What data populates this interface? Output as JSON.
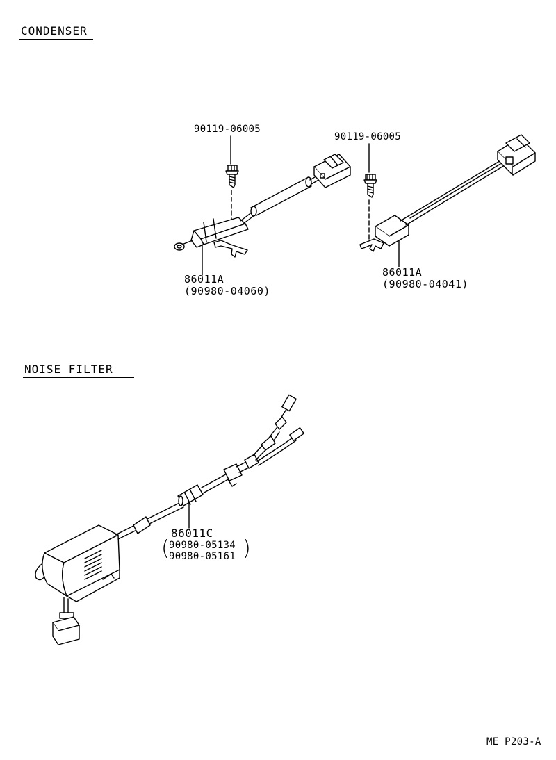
{
  "sections": {
    "condenser": {
      "title": "CONDENSER"
    },
    "noise_filter": {
      "title": "NOISE  FILTER"
    }
  },
  "parts": {
    "bolt_left": "90119-06005",
    "bolt_right": "90119-06005",
    "condenser_left": {
      "ref": "86011A",
      "part": "(90980-04060)"
    },
    "condenser_right": {
      "ref": "86011A",
      "part": "(90980-04041)"
    },
    "noise_filter": {
      "ref": "86011C",
      "part_1": "90980-05134",
      "part_2": "90980-05161"
    }
  },
  "footer": {
    "code": "ME P203-A"
  }
}
